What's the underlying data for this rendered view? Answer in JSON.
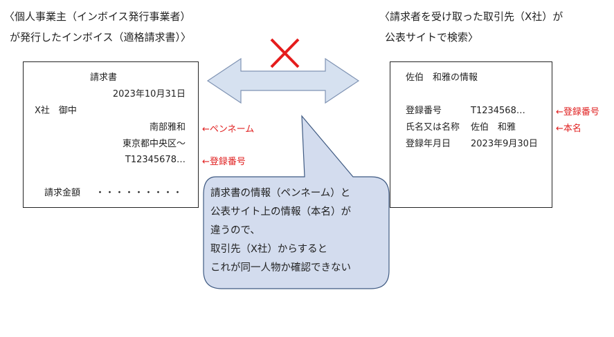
{
  "left_heading": {
    "line1": "〈個人事業主（インボイス発行事業者）",
    "line2": "が発行したインボイス（適格請求書）〉"
  },
  "right_heading": {
    "line1": "〈請求者を受け取った取引先（X社）が",
    "line2": "公表サイトで検索〉"
  },
  "invoice": {
    "title": "請求書",
    "date": "2023年10月31日",
    "addressee": "X社　御中",
    "issuer_name": "南部雅和",
    "address": "東京都中央区～",
    "reg_number": "T12345678…",
    "amount_label": "請求金額",
    "amount_dots": "・・・・・・・・・"
  },
  "invoice_notes": {
    "pen_name": "←ペンネーム",
    "reg_number": "←登録番号"
  },
  "public_info": {
    "title": "佐伯　和雅の情報",
    "rows": [
      {
        "label": "登録番号",
        "value": "T1234568…"
      },
      {
        "label": "氏名又は名称",
        "value": "佐伯　和雅"
      },
      {
        "label": "登録年月日",
        "value": "2023年9月30日"
      }
    ]
  },
  "public_notes": {
    "reg_number": "←登録番号",
    "real_name": "←本名"
  },
  "callout": {
    "lines": [
      "請求書の情報（ペンネーム）と",
      "公表サイト上の情報（本名）が",
      "違うので、",
      "取引先（X社）からすると",
      "これが同一人物か確認できない"
    ]
  },
  "colors": {
    "arrow_fill": "#d6e1f0",
    "arrow_stroke": "#7f93b3",
    "callout_fill": "#d3dcee",
    "callout_stroke": "#3f5a82",
    "cross": "#e51c1c",
    "note_red": "#e02020"
  }
}
